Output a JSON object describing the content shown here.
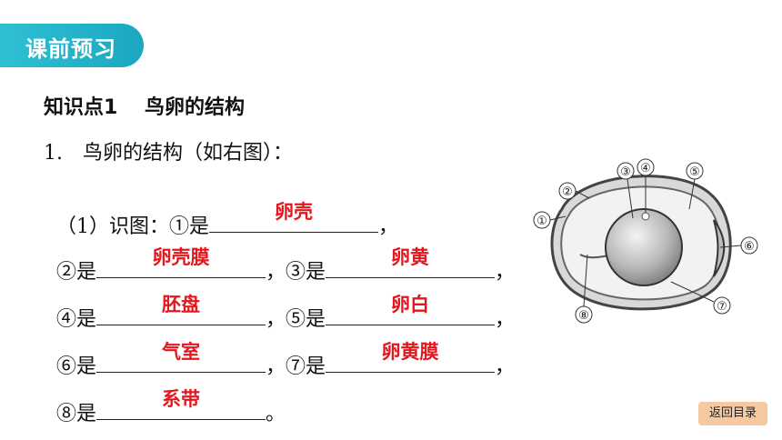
{
  "section_tag": "课前预习",
  "heading": "知识点1　 鸟卵的结构",
  "question": "1.　鸟卵的结构（如右图）：",
  "identify_prefix": "（1）识图：①是",
  "items": [
    {
      "label": "①是",
      "answer": "卵壳"
    },
    {
      "label": "②是",
      "answer": "卵壳膜"
    },
    {
      "label": "③是",
      "answer": "卵黄"
    },
    {
      "label": "④是",
      "answer": "胚盘"
    },
    {
      "label": "⑤是",
      "answer": "卵白"
    },
    {
      "label": "⑥是",
      "answer": "气室"
    },
    {
      "label": "⑦是",
      "answer": "卵黄膜"
    },
    {
      "label": "⑧是",
      "answer": "系带"
    }
  ],
  "comma": "，",
  "period": "。",
  "diagram_markers": [
    "①",
    "②",
    "③",
    "④",
    "⑤",
    "⑥",
    "⑦",
    "⑧"
  ],
  "back_button": "返回目录",
  "colors": {
    "tag": "#2fc0d4",
    "answer": "#e5161d",
    "back": "#f6c9a2"
  }
}
